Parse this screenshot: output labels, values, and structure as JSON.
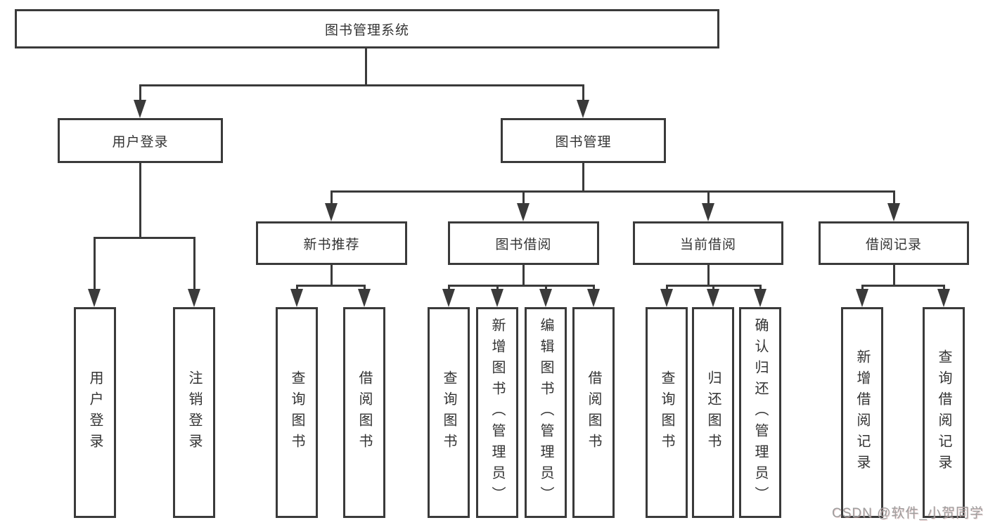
{
  "colors": {
    "line": "#3a3a3a",
    "text": "#333333",
    "watermark": "#9e9e9e",
    "background": "#ffffff"
  },
  "root": {
    "label": "图书管理系统"
  },
  "login": {
    "label": "用户登录",
    "children": [
      {
        "label": "用户登录"
      },
      {
        "label": "注销登录"
      }
    ]
  },
  "mgmt": {
    "label": "图书管理",
    "groups": [
      {
        "label": "新书推荐",
        "children": [
          {
            "label": "查询图书"
          },
          {
            "label": "借阅图书"
          }
        ]
      },
      {
        "label": "图书借阅",
        "children": [
          {
            "label": "查询图书"
          },
          {
            "label": "新增图书（管理员）"
          },
          {
            "label": "编辑图书（管理员）"
          },
          {
            "label": "借阅图书"
          }
        ]
      },
      {
        "label": "当前借阅",
        "children": [
          {
            "label": "查询图书"
          },
          {
            "label": "归还图书"
          },
          {
            "label": "确认归还（管理员）"
          }
        ]
      },
      {
        "label": "借阅记录",
        "children": [
          {
            "label": "新增借阅记录"
          },
          {
            "label": "查询借阅记录"
          }
        ]
      }
    ]
  },
  "watermark": {
    "text": "CSDN @软件_小贺同学"
  }
}
